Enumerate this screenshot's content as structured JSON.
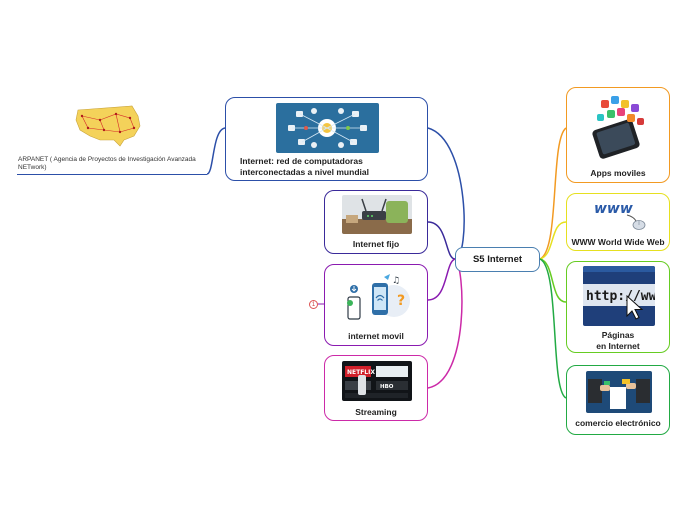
{
  "central": {
    "label": "S5 Internet",
    "color": "#4a7fb0"
  },
  "left_nodes": [
    {
      "id": "internet",
      "label_line1": "Internet: red de computadoras",
      "label_line2": "interconectadas a nivel mundial",
      "color": "#2c4fa8",
      "image": "network-icons-illustration"
    },
    {
      "id": "fijo",
      "label": "Internet fijo",
      "color": "#3a2a9a",
      "image": "wifi-router-photo"
    },
    {
      "id": "movil",
      "label": "internet movil",
      "color": "#8a1ab0",
      "image": "mobile-devices-illustration"
    },
    {
      "id": "streaming",
      "label": "Streaming",
      "color": "#cc2aa8",
      "image": "streaming-tv-photo"
    }
  ],
  "right_nodes": [
    {
      "id": "apps",
      "label": "Apps moviles",
      "color": "#f29a22",
      "image": "smartphone-apps-icon"
    },
    {
      "id": "www",
      "label": "WWW World Wide Web",
      "color": "#e6e020",
      "image": "www-mouse-icon"
    },
    {
      "id": "paginas",
      "label_line1": "Páginas",
      "label_line2": "en Internet",
      "color": "#66cc22",
      "image": "http-cursor-image"
    },
    {
      "id": "comercio",
      "label": "comercio electrónico",
      "color": "#22aa44",
      "image": "ecommerce-laptops-image"
    }
  ],
  "arpanet": {
    "text": "ARPANET ( Agencia de Proyectos de Investigación Avanzada NETwork)",
    "color": "#2c4fa8",
    "image": "usa-network-map"
  },
  "marker": {
    "text": "1"
  }
}
